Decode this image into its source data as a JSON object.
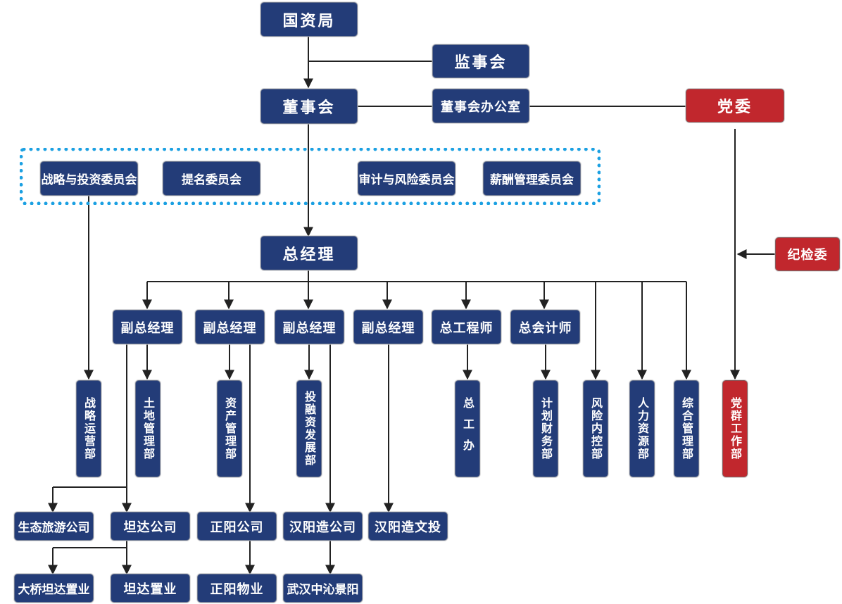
{
  "colors": {
    "box_blue": "#233c78",
    "box_red": "#c1272d",
    "committee_border": "#1ba0e2",
    "line": "#222222"
  },
  "top": {
    "sasac": "国资局",
    "supervisory_board": "监事会",
    "board": "董事会",
    "board_office": "董事会办公室",
    "party_committee": "党委",
    "discipline_committee": "纪检委"
  },
  "committees": [
    "战略与投资委员会",
    "提名委员会",
    "审计与风险委员会",
    "薪酬管理委员会"
  ],
  "general_manager": "总经理",
  "executives": [
    "副总经理",
    "副总经理",
    "副总经理",
    "副总经理",
    "总工程师",
    "总会计师"
  ],
  "departments": [
    "战略运营部",
    "土地管理部",
    "资产管理部",
    "投融资发展部",
    "总工办",
    "计划财务部",
    "风险内控部",
    "人力资源部",
    "综合管理部",
    "党群工作部"
  ],
  "companies": [
    "生态旅游公司",
    "坦达公司",
    "正阳公司",
    "汉阳造公司",
    "汉阳造文投"
  ],
  "subsidiaries": [
    "大桥坦达置业",
    "坦达置业",
    "正阳物业",
    "武汉中沁景阳"
  ]
}
